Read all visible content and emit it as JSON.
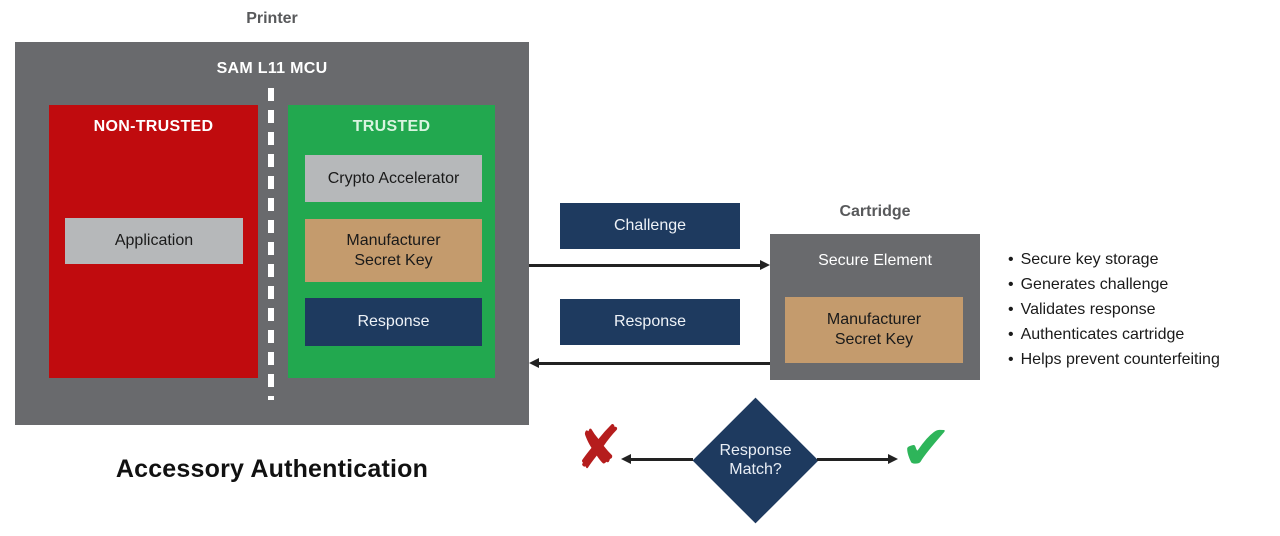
{
  "diagram_title": "Accessory Authentication",
  "printer": {
    "label": "Printer",
    "mcu_label": "SAM L11 MCU",
    "non_trusted_zone": {
      "label": "NON-TRUSTED",
      "application_block": "Application"
    },
    "trusted_zone": {
      "label": "TRUSTED",
      "crypto_block": "Crypto Accelerator",
      "secret_key_block": "Manufacturer Secret Key",
      "response_block": "Response"
    }
  },
  "flows": {
    "challenge_label": "Challenge",
    "response_label": "Response"
  },
  "cartridge": {
    "label": "Cartridge",
    "secure_element_label": "Secure Element",
    "secret_key_block": "Manufacturer Secret Key"
  },
  "features": {
    "bullet_char": "•",
    "items": [
      "Secure key storage",
      "Generates challenge",
      "Validates response",
      "Authenticates cartridge",
      "Helps prevent counterfeiting"
    ]
  },
  "decision": {
    "question": "Response Match?",
    "fail_icon": "✘",
    "pass_icon": "✔"
  },
  "colors": {
    "printer_gray": "#696a6d",
    "non_trusted_red": "#c00b0e",
    "trusted_green": "#22a84f",
    "navy_blue": "#1e3a5f",
    "secret_key_tan": "#c49b6d",
    "block_silver": "#b6b8ba",
    "x_red": "#b51d1d",
    "check_green": "#2eb55a"
  }
}
